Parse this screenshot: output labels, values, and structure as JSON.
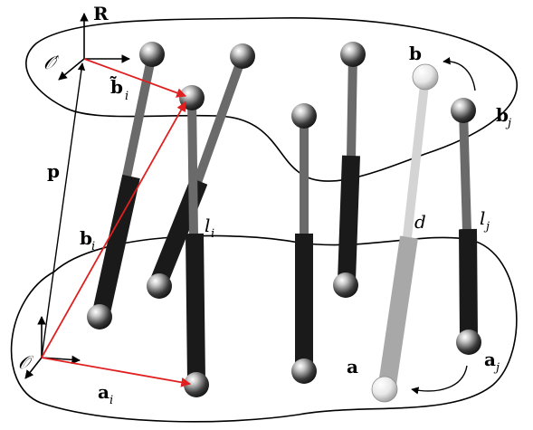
{
  "labels": {
    "R": "R",
    "O_prime": "𝒪′",
    "O": "𝒪",
    "p": "p",
    "b_tilde_i": "b̃",
    "b_tilde_i_sub": "i",
    "b_i": "b",
    "b_i_sub": "i",
    "a_i": "a",
    "a_i_sub": "i",
    "l_i": "l",
    "l_i_sub": "i",
    "l_j": "l",
    "l_j_sub": "j",
    "d": "d",
    "b": "b",
    "b_j": "b",
    "b_j_sub": "j",
    "a": "a",
    "a_j": "a",
    "a_j_sub": "j"
  },
  "colors": {
    "vector_red": "#e02020",
    "upper_rod": "#6a6a6a",
    "lower_rod": "#1a1a1a",
    "ghost_upper_rod": "#d4d4d4",
    "ghost_lower_rod": "#a8a8a8",
    "outline": "#000000"
  }
}
